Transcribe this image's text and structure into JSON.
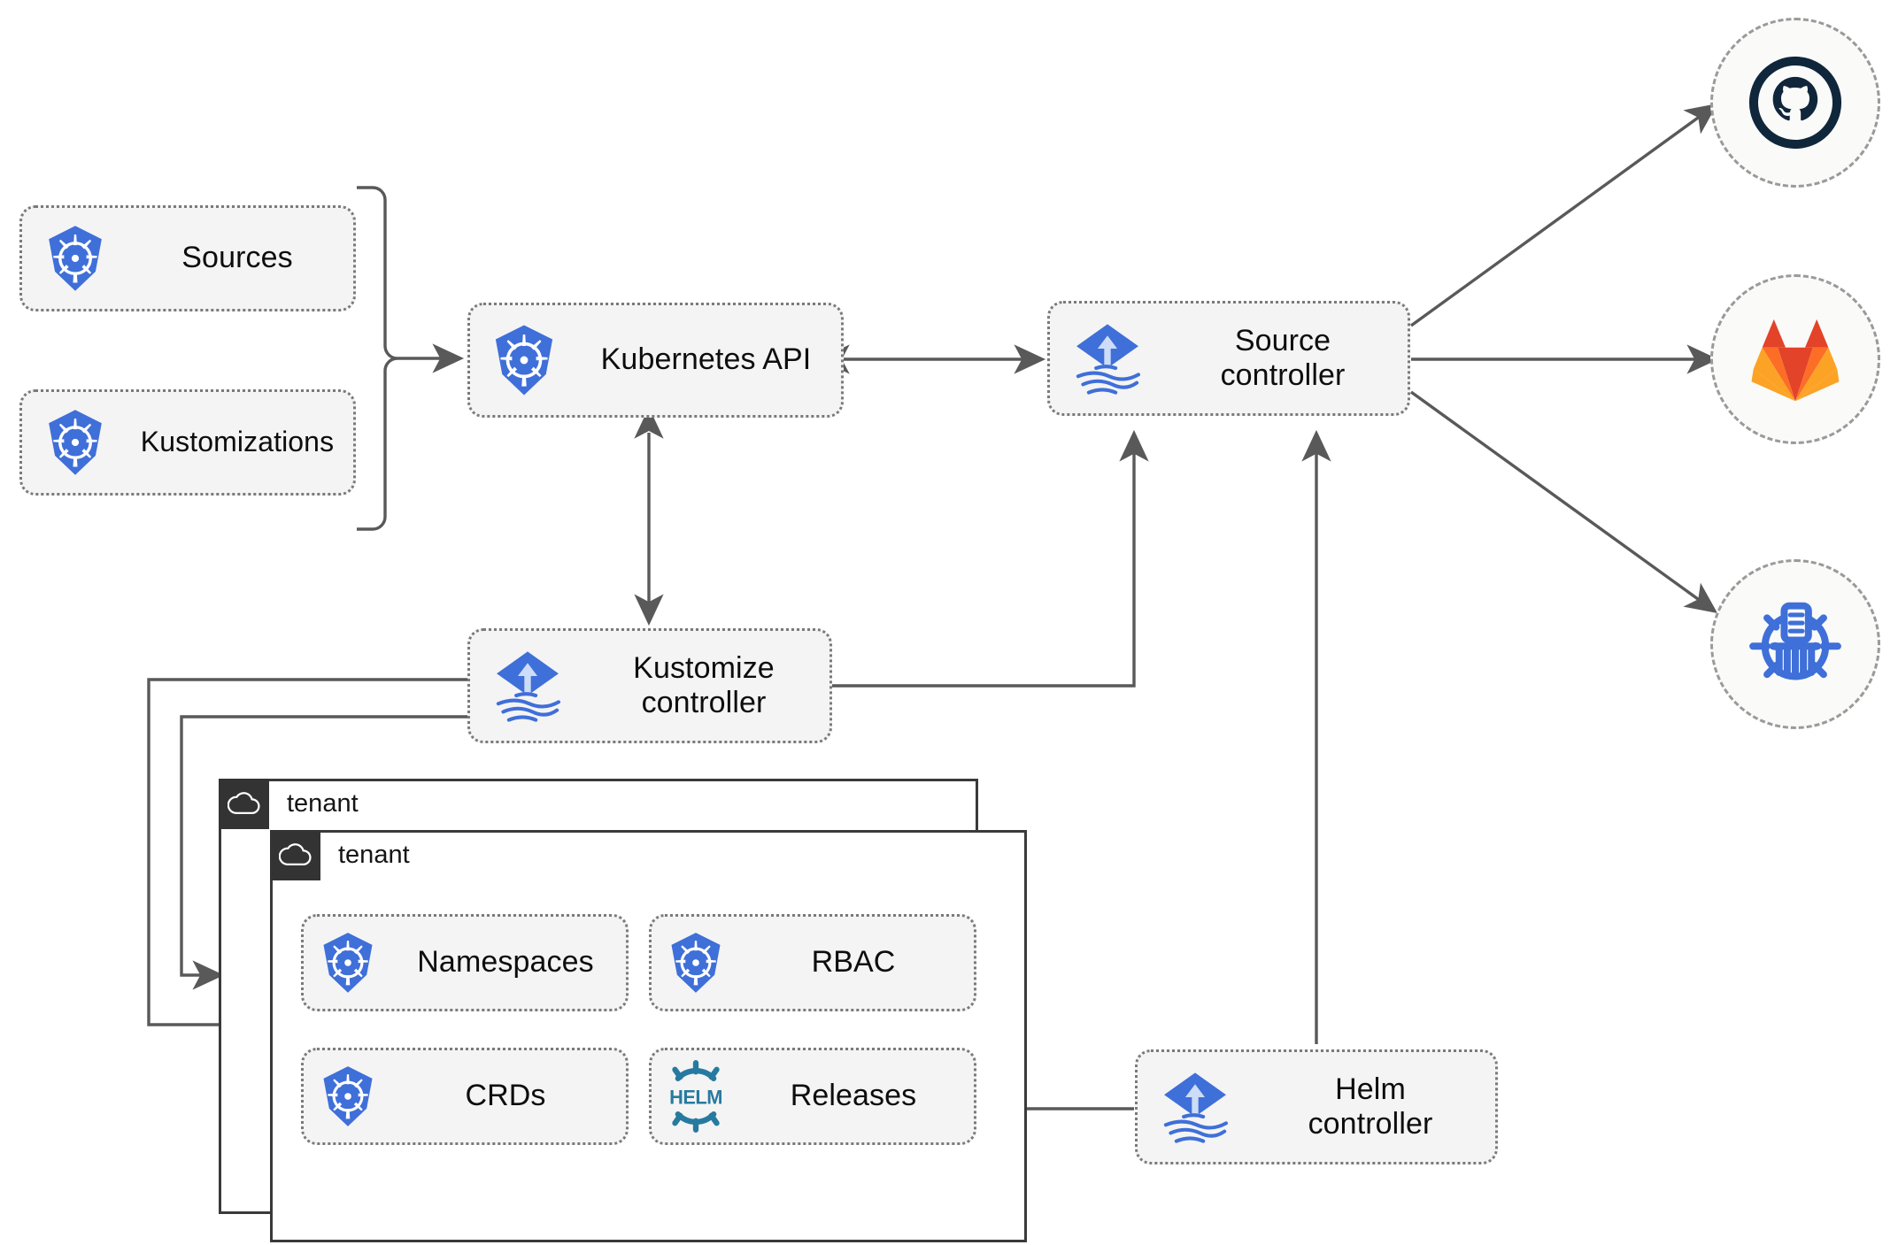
{
  "diagram": {
    "title": "Flux GitOps multi-tenancy architecture",
    "accent_blue": "#3f6fd8",
    "helm_teal": "#277a9f",
    "gitlab_orange": "#e24329",
    "gitlab_amber": "#fca326",
    "github_navy": "#10263b",
    "node_fill": "#f4f4f4",
    "border_grey": "#7a7a7a",
    "wire_grey": "#595959"
  },
  "resources": [
    {
      "id": "sources",
      "label": "Sources",
      "icon": "kubernetes-icon"
    },
    {
      "id": "kustomizations",
      "label": "Kustomizations",
      "icon": "kubernetes-icon"
    }
  ],
  "controllers": [
    {
      "id": "kubernetes-api",
      "label": "Kubernetes API",
      "icon": "kubernetes-icon"
    },
    {
      "id": "source-controller",
      "label": "Source\ncontroller",
      "icon": "flux-icon"
    },
    {
      "id": "kustomize-controller",
      "label": "Kustomize\ncontroller",
      "icon": "flux-icon"
    },
    {
      "id": "helm-controller",
      "label": "Helm\ncontroller",
      "icon": "flux-icon"
    }
  ],
  "providers": [
    {
      "id": "github",
      "label": "github-icon",
      "icon": "github-icon"
    },
    {
      "id": "gitlab",
      "label": "gitlab-icon",
      "icon": "gitlab-icon"
    },
    {
      "id": "helm-repos",
      "label": "helm-repo-icon",
      "icon": "helm-repo-icon"
    }
  ],
  "tenants": [
    {
      "id": "tenant-back",
      "label": "tenant",
      "icon": "cloud-icon"
    },
    {
      "id": "tenant-front",
      "label": "tenant",
      "icon": "cloud-icon"
    }
  ],
  "tenant_resources": [
    {
      "id": "namespaces",
      "label": "Namespaces",
      "icon": "kubernetes-icon"
    },
    {
      "id": "rbac",
      "label": "RBAC",
      "icon": "kubernetes-icon"
    },
    {
      "id": "crds",
      "label": "CRDs",
      "icon": "kubernetes-icon"
    },
    {
      "id": "releases",
      "label": "Releases",
      "icon": "helm-icon"
    }
  ]
}
